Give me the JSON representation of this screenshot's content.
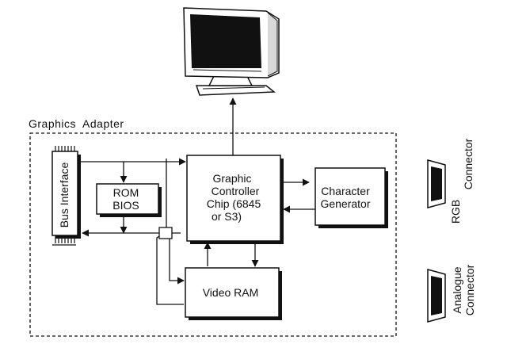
{
  "adapter": {
    "label": "Graphics  Adapter"
  },
  "blocks": {
    "bus_interface": "Bus Interface",
    "rom_bios": {
      "line1": "ROM",
      "line2": "BIOS"
    },
    "graphic_controller": {
      "line1": "Graphic",
      "line2": "Controller",
      "line3": "Chip (6845",
      "line4": "or S3)"
    },
    "character_generator": {
      "line1": "Character",
      "line2": "Generator"
    },
    "video_ram": "Video RAM"
  },
  "connectors": {
    "rgb": {
      "line1": "RGB",
      "line2": "Connector"
    },
    "analogue": {
      "line1": "Analogue",
      "line2": "Connector"
    }
  },
  "icons": [
    "monitor-icon",
    "rgb-connector-icon",
    "analogue-connector-icon"
  ]
}
